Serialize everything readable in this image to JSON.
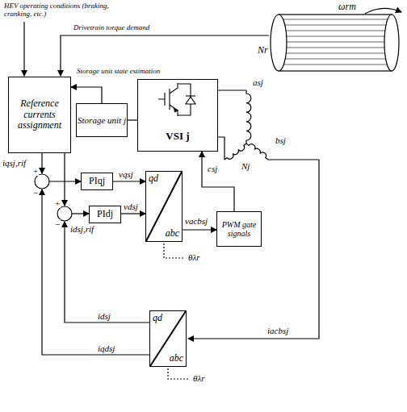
{
  "diagram": {
    "nodes": [
      {
        "text": [
          "Reference currents assignment"
        ]
      },
      {
        "text": [
          "Storage unit j"
        ]
      },
      {
        "text": [
          "VSI j"
        ]
      },
      {
        "text": [
          "PIqj"
        ]
      },
      {
        "text": [
          "PIdj"
        ]
      },
      {
        "text": [
          "qd",
          "abc"
        ]
      },
      {
        "text": [
          "PWM gate signals"
        ]
      },
      {
        "text": [
          "qd",
          "abc"
        ]
      }
    ],
    "edges": [
      {
        "from": 0,
        "to": 3,
        "arrow": "to",
        "label": "iqsj,rif"
      },
      {
        "from": 0,
        "to": 4,
        "arrow": "to",
        "label": "idsj,rif"
      },
      {
        "from": 3,
        "to": 5,
        "arrow": "to",
        "label": "vqsj"
      },
      {
        "from": 4,
        "to": 5,
        "arrow": "to",
        "label": "vdsj"
      },
      {
        "from": 5,
        "to": 6,
        "arrow": "to",
        "label": "vacbsj"
      },
      {
        "from": 6,
        "to": 2,
        "arrow": "to"
      },
      {
        "from": 1,
        "to": 2,
        "arrow": "none"
      },
      {
        "from": 1,
        "to": 0,
        "arrow": "to",
        "label": "Storage unit state estimation"
      },
      {
        "from": 7,
        "to": 3,
        "arrow": "to",
        "label": "iqdsj"
      },
      {
        "from": 7,
        "to": 4,
        "arrow": "to",
        "label": "idsj"
      }
    ],
    "labels": [
      "HEV operating conditions (braking, cranking, etc.)",
      "Drivetrain torque demand",
      "Nr",
      "ωrm",
      "asj",
      "bsj",
      "csj",
      "Nj",
      "iacbsj",
      "θλr",
      "θλr",
      "+",
      "−",
      "+",
      "−"
    ]
  }
}
